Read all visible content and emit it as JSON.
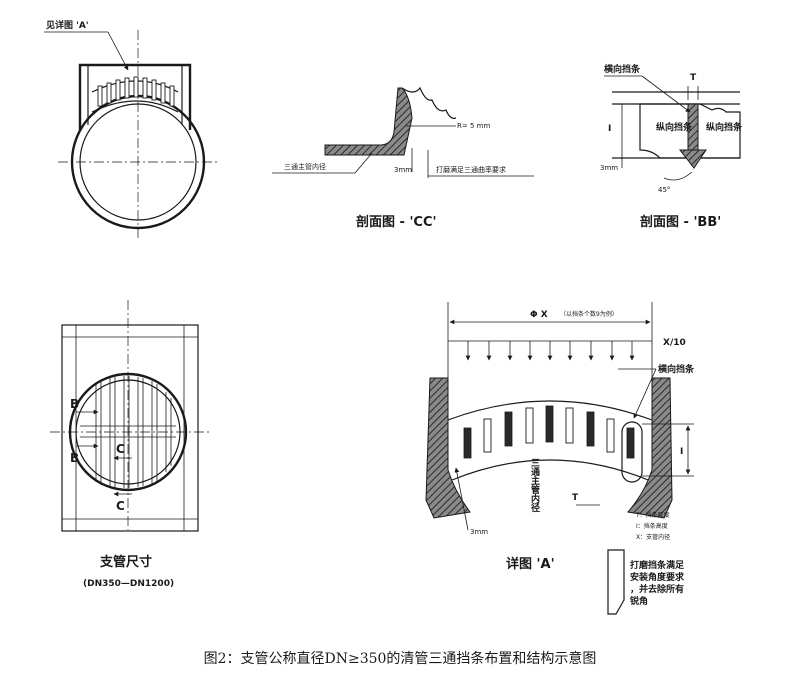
{
  "labels": {
    "detail_ref": "见详图 'A'",
    "cc_radius": "R= 5 mm",
    "cc_main_inner": "三通主管内径",
    "cc_3mm": "3mm",
    "cc_grind": "打磨满足三通曲率要求",
    "cc_title": "剖面图 - 'CC'",
    "bb_transverse": "横向挡条",
    "bb_T": "T",
    "bb_I": "I",
    "bb_long_left": "纵向挡条",
    "bb_long_right": "纵向挡条",
    "bb_3mm": "3mm",
    "bb_angle": "45°",
    "bb_title": "剖面图 - 'BB'",
    "plan_B1": "B",
    "plan_B2": "B",
    "plan_C1": "C",
    "plan_C2": "C",
    "plan_title": "支管尺寸",
    "plan_range": "(DN350—DN1200)",
    "det_phiX": "Φ X",
    "det_phiX_note": "（以挡条个数9为例）",
    "det_x10": "X/10",
    "det_transverse": "横向挡条",
    "det_I": "I",
    "det_main_inner": "三通主管内径",
    "det_T": "T",
    "det_3mm": "3mm",
    "legend_T": "T：挡条厚度",
    "legend_I": "I：挡条高度",
    "legend_X": "X：支管内径",
    "det_title": "详图 'A'",
    "det_grind_1": "打磨挡条满足",
    "det_grind_2": "安装角度要求",
    "det_grind_3": "，并去除所有",
    "det_grind_4": "锐角",
    "caption": "图2：支管公称直径DN≥350的清管三通挡条布置和结构示意图"
  }
}
